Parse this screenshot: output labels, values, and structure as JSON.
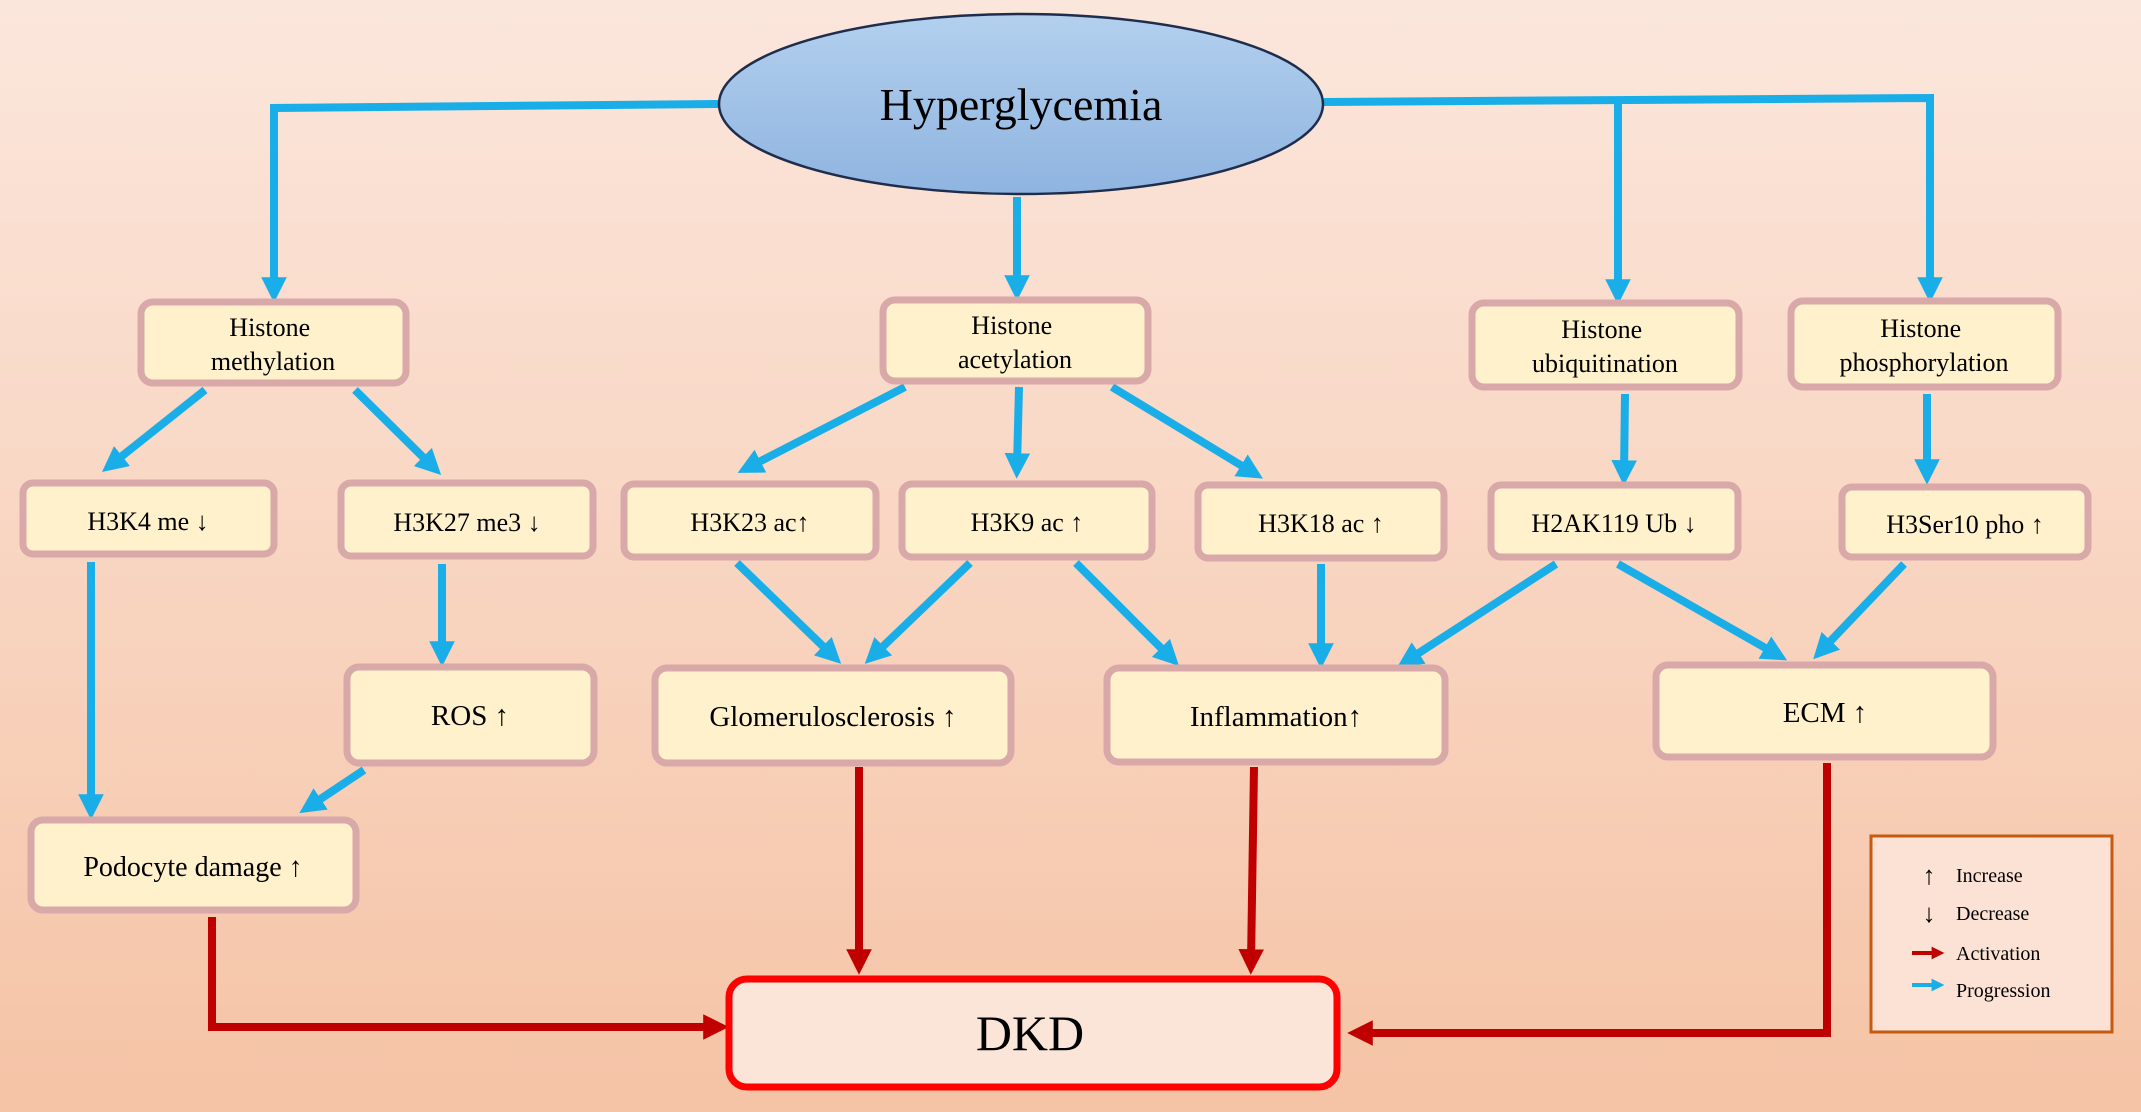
{
  "root": "Hyperglycemia",
  "categories": {
    "methylation": [
      "Histone",
      "methylation"
    ],
    "acetylation": [
      "Histone",
      "acetylation"
    ],
    "ubiquitination": [
      "Histone",
      "ubiquitination"
    ],
    "phosphorylation": [
      "Histone",
      "phosphorylation"
    ]
  },
  "marks": {
    "h3k4": "H3K4 me ↓",
    "h3k27": "H3K27 me3 ↓",
    "h3k23": "H3K23 ac↑",
    "h3k9": "H3K9 ac ↑",
    "h3k18": "H3K18 ac ↑",
    "h2ak119": "H2AK119 Ub ↓",
    "h3ser10": "H3Ser10 pho ↑"
  },
  "effects": {
    "ros": "ROS ↑",
    "glomerulosclerosis": "Glomerulosclerosis ↑",
    "inflammation": "Inflammation↑",
    "ecm": "ECM ↑",
    "podocyte": "Podocyte damage ↑"
  },
  "outcome": "DKD",
  "legend": {
    "increase": {
      "symbol": "↑",
      "label": "Increase"
    },
    "decrease": {
      "symbol": "↓",
      "label": "Decrease"
    },
    "activation": "Activation",
    "progression": "Progression"
  },
  "colors": {
    "progression": "#1aaee8",
    "activation": "#c00000",
    "box_fill": "#fff1cc",
    "box_border": "#d9a8a8",
    "dkd_border": "#ff0000",
    "legend_border": "#c55a11",
    "ellipse_fill": "#9dc3e6"
  }
}
